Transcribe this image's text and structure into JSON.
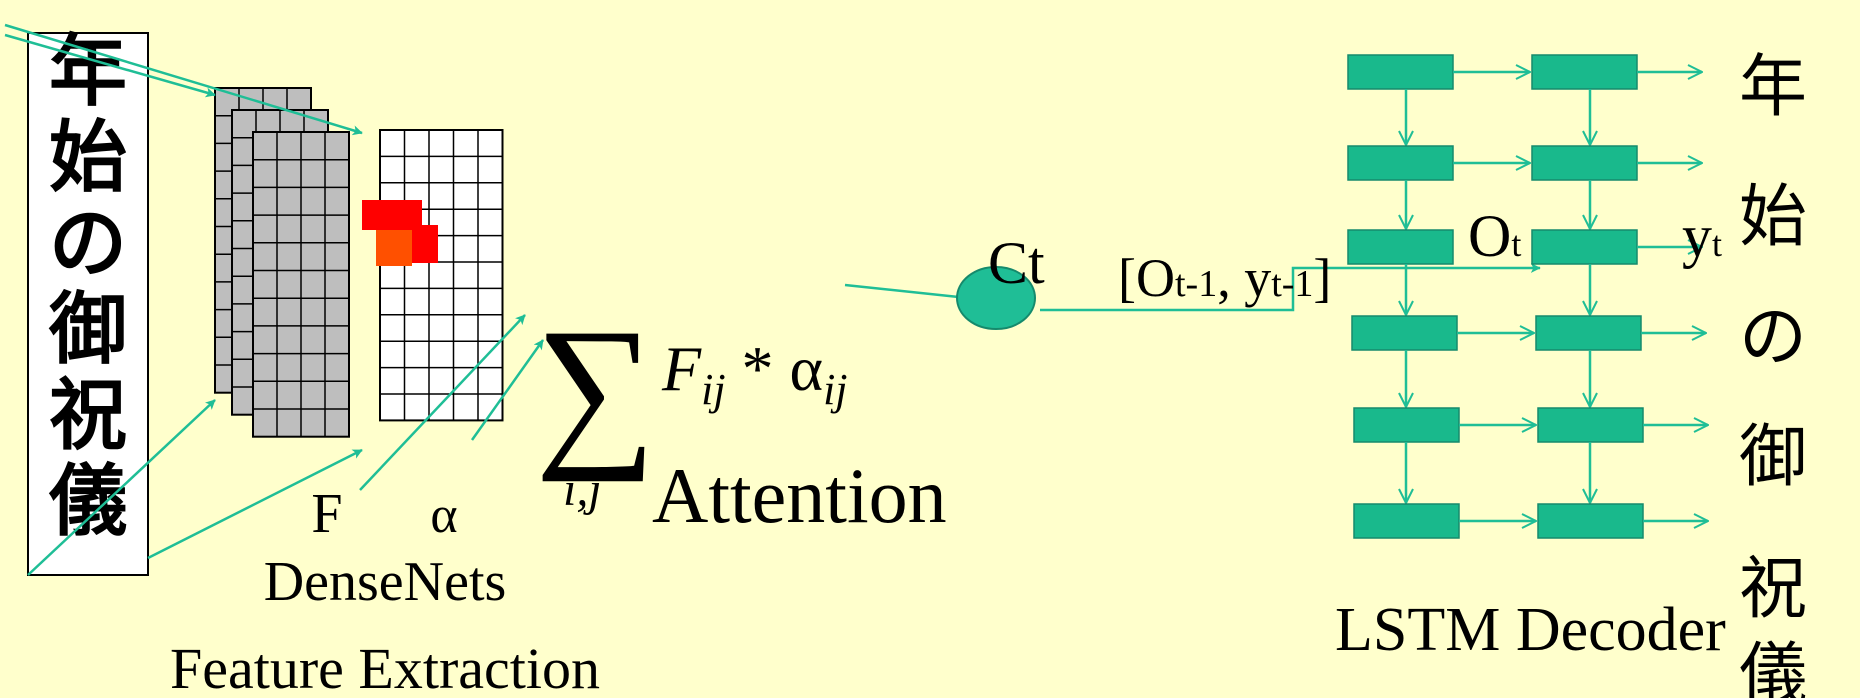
{
  "input_image": {
    "chars": [
      "年",
      "始",
      "の",
      "御",
      "祝",
      "儀"
    ]
  },
  "feature_extraction": {
    "f_label": "F",
    "alpha_label": "α",
    "network_label": "DenseNets",
    "caption": "Feature Extraction"
  },
  "attention": {
    "sum_symbol": "∑",
    "sum_subscript": "i,j",
    "formula_text": "F",
    "formula_sub1": "ij",
    "formula_op": " * α",
    "formula_sub2": "ij",
    "label": "Attention"
  },
  "context": {
    "label": "Ct"
  },
  "decoder_input": {
    "o_base": "[O",
    "o_sub": "t-1",
    "sep": ", y",
    "y_sub": "t-1",
    "close": "]"
  },
  "lstm": {
    "o_base": "O",
    "o_sub": "t",
    "y_base": "y",
    "y_sub": "t",
    "label": "LSTM Decoder"
  },
  "output_chars": [
    "年",
    "始",
    "の",
    "御",
    "祝",
    "儀"
  ],
  "colors": {
    "background": "#ffffcc",
    "teal": "#1fbe96",
    "teal_box": "#19b98c",
    "gray_cell": "#bebebe",
    "attention_red": "#ff0000",
    "attention_orange": "#ff5000"
  }
}
